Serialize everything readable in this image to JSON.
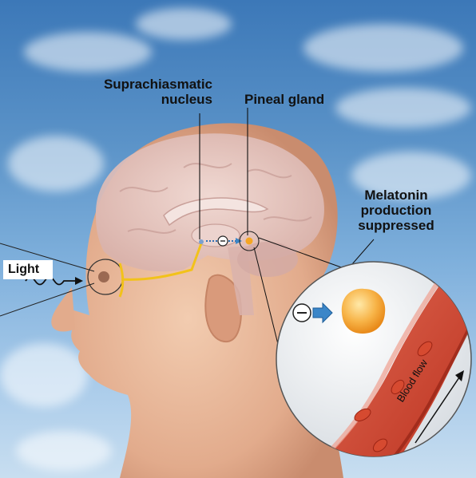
{
  "labels": {
    "scn_line1": "Suprachiasmatic",
    "scn_line2": "nucleus",
    "pineal": "Pineal gland",
    "melatonin_line1": "Melatonin",
    "melatonin_line2": "production",
    "melatonin_line3": "suppressed",
    "light": "Light",
    "blood_flow": "Blood flow"
  },
  "icons": {
    "inhibition_symbol": "−"
  },
  "colors": {
    "sky": "#5b93c8",
    "skin": "#e9b99a",
    "brain": "#e8c8c4",
    "nerve": "#f2c21a",
    "vessel": "#c4321f",
    "gland": "#f5a623",
    "arrow": "#3b86c8"
  }
}
